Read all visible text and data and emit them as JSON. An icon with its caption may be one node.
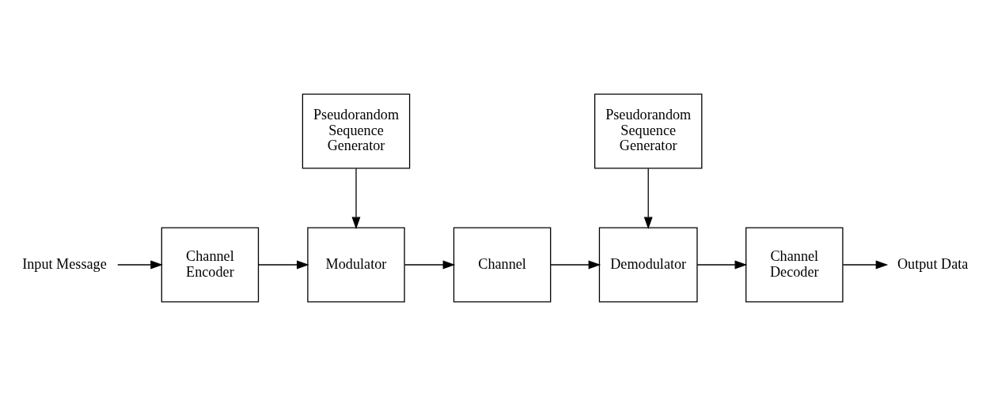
{
  "diagram": {
    "nodes": [
      {
        "text": [
          "Input Message"
        ]
      },
      {
        "text": [
          "Channel Encoder"
        ]
      },
      {
        "text": [
          "Modulator"
        ]
      },
      {
        "text": [
          "Channel"
        ]
      },
      {
        "text": [
          "Demodulator"
        ]
      },
      {
        "text": [
          "Channel Decoder"
        ]
      },
      {
        "text": [
          "Output Data"
        ]
      },
      {
        "text": [
          "Pseudorandom Sequence Generator"
        ]
      },
      {
        "text": [
          "Pseudorandom Sequence Generator"
        ]
      }
    ],
    "edges": [
      {
        "from": 0,
        "to": 1,
        "arrow": "to"
      },
      {
        "from": 1,
        "to": 2,
        "arrow": "to"
      },
      {
        "from": 2,
        "to": 3,
        "arrow": "to"
      },
      {
        "from": 3,
        "to": 4,
        "arrow": "to"
      },
      {
        "from": 4,
        "to": 5,
        "arrow": "to"
      },
      {
        "from": 5,
        "to": 6,
        "arrow": "to"
      },
      {
        "from": 7,
        "to": 2,
        "arrow": "to"
      },
      {
        "from": 8,
        "to": 4,
        "arrow": "to"
      }
    ]
  }
}
